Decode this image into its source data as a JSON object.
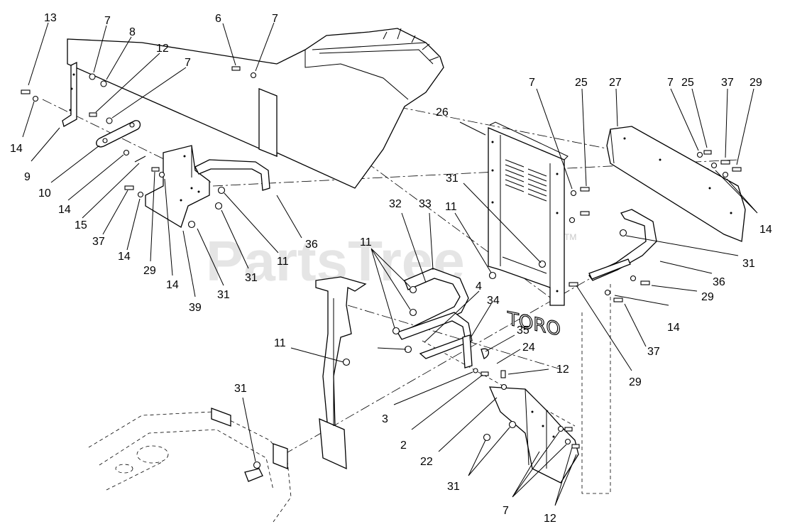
{
  "watermark": {
    "text": "PartsTree",
    "tm": "TM"
  },
  "panel_logo": "TORO",
  "callouts": [
    "13",
    "7",
    "8",
    "12",
    "7",
    "14",
    "9",
    "10",
    "14",
    "15",
    "37",
    "14",
    "29",
    "14",
    "39",
    "31",
    "31",
    "11",
    "36",
    "6",
    "7",
    "7",
    "25",
    "27",
    "7",
    "25",
    "37",
    "29",
    "26",
    "14",
    "31",
    "36",
    "29",
    "14",
    "37",
    "29",
    "31",
    "32",
    "33",
    "11",
    "11",
    "4",
    "34",
    "35",
    "24",
    "12",
    "11",
    "3",
    "2",
    "22",
    "31",
    "7",
    "12",
    "31"
  ]
}
